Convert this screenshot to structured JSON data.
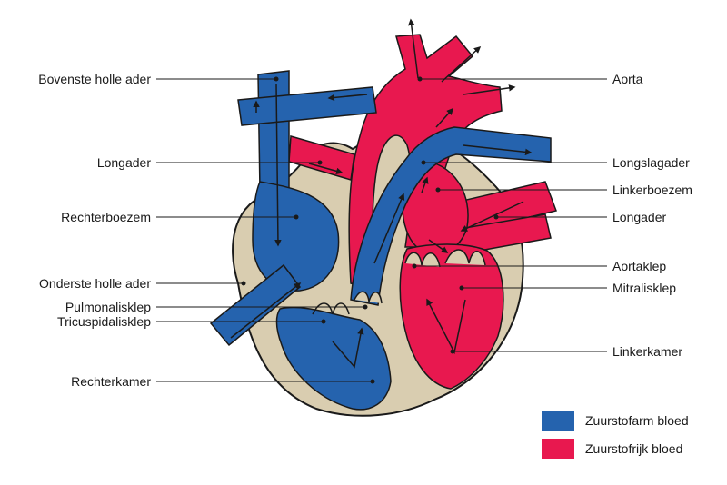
{
  "colors": {
    "oxygen_poor": "#2563ae",
    "oxygen_rich": "#e8184f",
    "tissue": "#d9cdb0",
    "outline": "#1a1a1a"
  },
  "labels": {
    "superior_vena_cava": "Bovenste holle ader",
    "pulmonary_vein_left": "Longader",
    "right_atrium": "Rechterboezem",
    "inferior_vena_cava": "Onderste holle ader",
    "pulmonary_valve": "Pulmonalisklep",
    "tricuspid_valve": "Tricuspidalisklep",
    "right_ventricle": "Rechterkamer",
    "aorta": "Aorta",
    "pulmonary_artery": "Longslagader",
    "left_atrium": "Linkerboezem",
    "pulmonary_vein_right": "Longader",
    "aortic_valve": "Aortaklep",
    "mitral_valve": "Mitralisklep",
    "left_ventricle": "Linkerkamer"
  },
  "legend": [
    {
      "label": "Zuurstofarm bloed",
      "color": "#2563ae"
    },
    {
      "label": "Zuurstofrijk bloed",
      "color": "#e8184f"
    }
  ]
}
